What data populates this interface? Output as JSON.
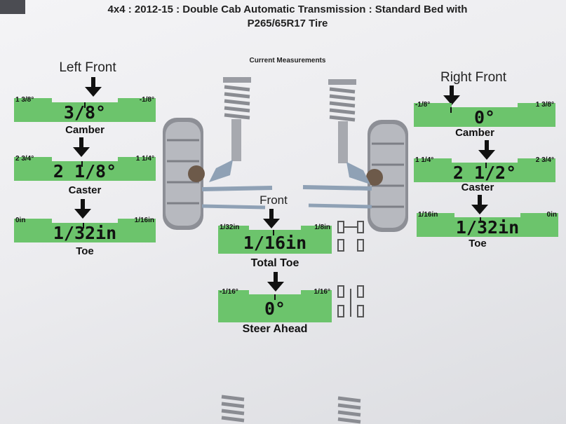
{
  "header": {
    "line1": "4x4 : 2012-15 : Double Cab Automatic Transmission : Standard Bed with",
    "line2": "P265/65R17 Tire"
  },
  "section_title": "Current Measurements",
  "left_front": {
    "title": "Left Front",
    "camber": {
      "label": "Camber",
      "value": "3/8°",
      "min": "1 3/8°",
      "max": "-1/8°"
    },
    "caster": {
      "label": "Caster",
      "value": "2 1/8°",
      "min": "2 3/4°",
      "max": "1 1/4°"
    },
    "toe": {
      "label": "Toe",
      "value": "1/32in",
      "min": "0in",
      "max": "1/16in"
    }
  },
  "right_front": {
    "title": "Right Front",
    "camber": {
      "label": "Camber",
      "value": "0°",
      "min": "-1/8°",
      "max": "1 3/8°"
    },
    "caster": {
      "label": "Caster",
      "value": "2 1/2°",
      "min": "1 1/4°",
      "max": "2 3/4°"
    },
    "toe": {
      "label": "Toe",
      "value": "1/32in",
      "min": "1/16in",
      "max": "0in"
    }
  },
  "front": {
    "title": "Front",
    "total_toe": {
      "label": "Total Toe",
      "value": "1/16in",
      "min": "1/32in",
      "max": "1/8in"
    },
    "steer_ahead": {
      "label": "Steer Ahead",
      "value": "0°",
      "min": "-1/16°",
      "max": "1/16°"
    }
  },
  "icons": [
    "wheel-suspension-left-icon",
    "wheel-suspension-right-icon",
    "down-arrow-icon",
    "toe-diagram-icon",
    "steer-diagram-icon"
  ]
}
